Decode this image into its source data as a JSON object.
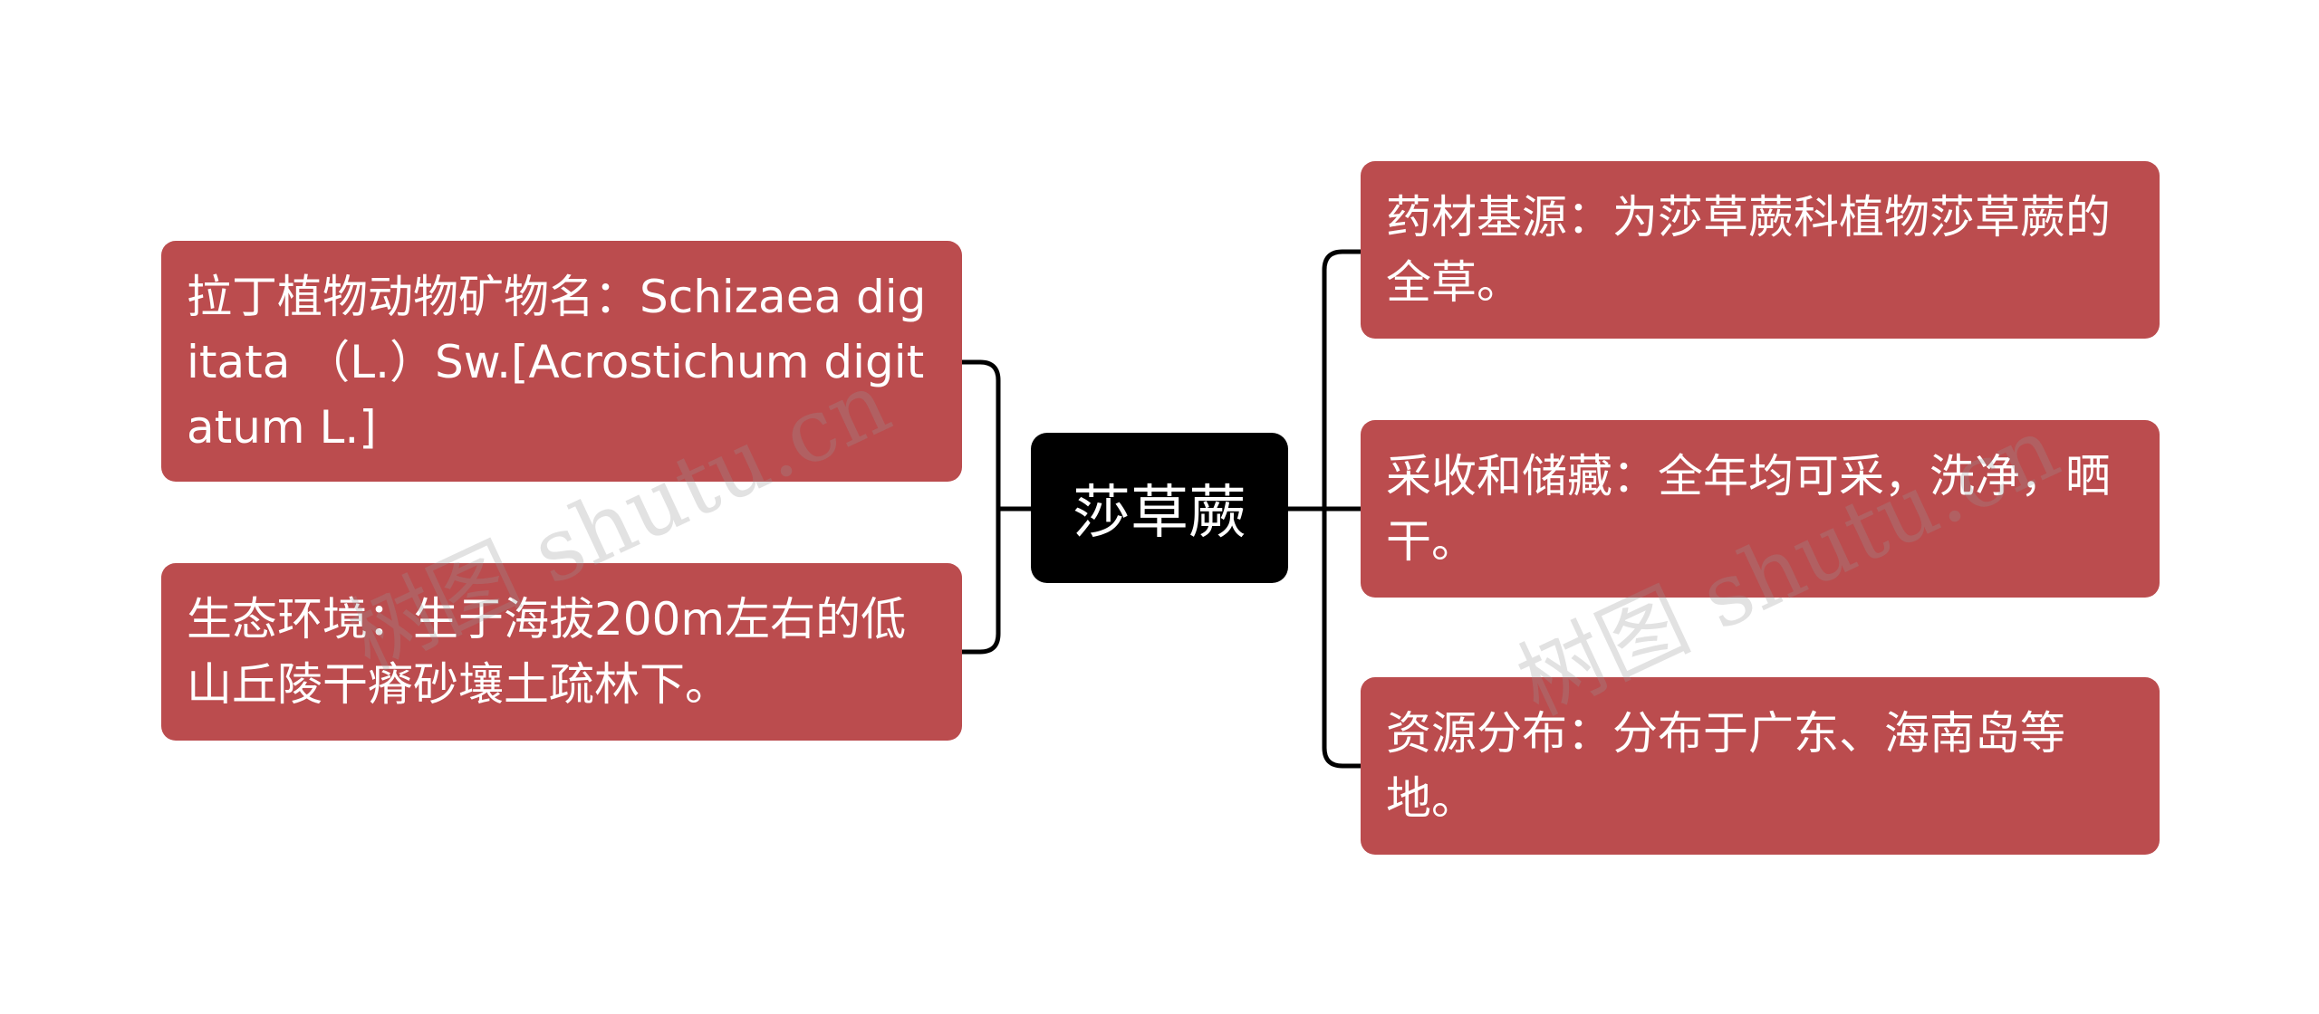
{
  "center": {
    "label": "莎草蕨"
  },
  "left_nodes": [
    {
      "text": "拉丁植物动物矿物名：Schizaea digitata （L.）Sw.[Acrostichum digitatum L.]"
    },
    {
      "text": "生态环境：生于海拔200m左右的低山丘陵干瘠砂壤土疏林下。"
    }
  ],
  "right_nodes": [
    {
      "text": "药材基源：为莎草蕨科植物莎草蕨的全草。"
    },
    {
      "text": "采收和储藏：全年均可采，洗净，晒干。"
    },
    {
      "text": "资源分布：分布于广东、海南岛等地。"
    }
  ],
  "watermarks": [
    "树图 shutu.cn",
    "树图 shutu.cn"
  ],
  "colors": {
    "node_fill": "#bb4c4e",
    "center_fill": "#000000",
    "connector": "#000000"
  }
}
